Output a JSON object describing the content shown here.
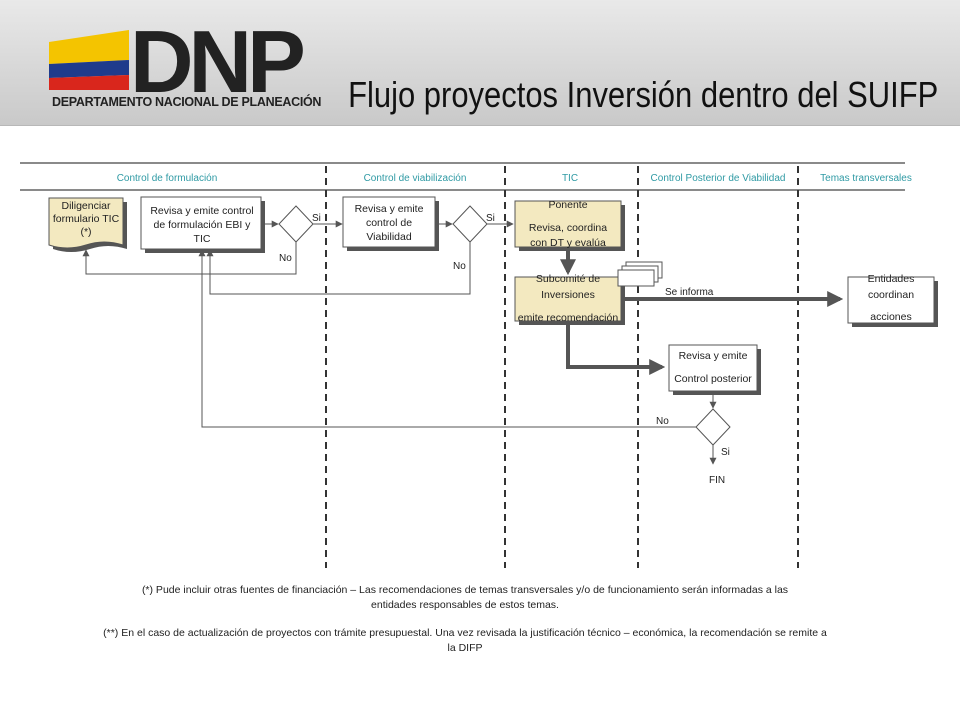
{
  "header": {
    "logo_text": "DNP",
    "logo_subtitle": "DEPARTAMENTO NACIONAL DE PLANEACIÓN",
    "title": "Flujo proyectos Inversión dentro del SUIFP",
    "colors": {
      "yellow": "#f4c400",
      "blue": "#1f3b8c",
      "red": "#d9261c"
    }
  },
  "lanes": [
    "Control de formulación",
    "Control de viabilización",
    "TIC",
    "Control Posterior de Viabilidad",
    "Temas transversales"
  ],
  "boxes": {
    "diligenciar": [
      "Diligenciar",
      "formulario TIC",
      "(*)"
    ],
    "revisa_formulacion": [
      "Revisa y emite control",
      "de formulación EBI y",
      "TIC"
    ],
    "revisa_viabilidad": [
      "Revisa y emite",
      "control de",
      "Viabilidad"
    ],
    "ponente": [
      "Ponente",
      "Revisa, coordina",
      "con DT y evalúa"
    ],
    "subcomite": [
      "Subcomité de",
      "Inversiones",
      "emite recomendación"
    ],
    "entidades": [
      "Entidades",
      "coordinan",
      "acciones"
    ],
    "control_posterior": [
      "Revisa y emite",
      "Control posterior"
    ]
  },
  "labels": {
    "si": "Si",
    "no": "No",
    "se_informa": "Se informa",
    "fin": "FIN"
  },
  "notes": {
    "note1": "(*) Pude incluir otras fuentes de financiación – Las recomendaciones de temas transversales y/o de funcionamiento serán informadas a las entidades responsables de estos temas.",
    "note2": "(**) En el caso de actualización de proyectos con trámite presupuestal. Una vez revisada la justificación técnico – económica, la recomendación se remite a la DIFP"
  }
}
